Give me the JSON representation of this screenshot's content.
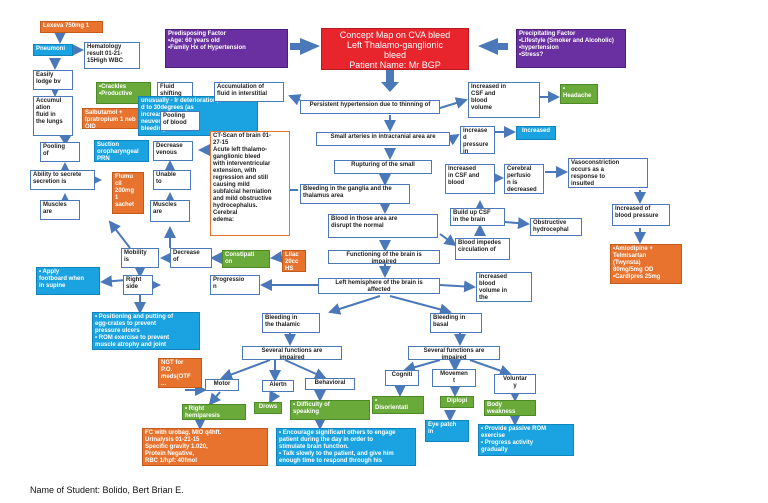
{
  "title": "Concept Map on CVA bleed\nLeft Thalamo-ganglionic\nbleed\nPatient Name: Mr BGP",
  "predisposing": "Predisposing Factor\n•Age: 60 years old\n•Family Hx of Hypertension",
  "precipitating": "Precipitating Factor\n•Lifestyle (Smoker and Alcoholic)\n•hypertension\n•Stress?",
  "nodes": {
    "lexeva": "Lexeva 750mg 1",
    "pneumonia": "Pneumoni",
    "hematology": "Hematology\nresult 01-21-\n15High WBC",
    "easily": "Easily\nlodge bv",
    "accum_lungs": "Accumul\nation\nfluid in\nthe lungs",
    "crackles": "•Crackles\n•Productive",
    "salbutamol": "Salbutamol +\nIpratropium 1 neb\nQID",
    "fluid_shifting": "Fluid\nshifting",
    "pooling_blood": "Pooling\nof blood",
    "accum_interstitial": "Accumulation of\nfluid in interstitial",
    "deterioration": "unusually - Ir deterioration,\nd to 30degrees (as\nincreased of ICP\nneuver, forceful\nbleeding, acute hea",
    "pooling": "Pooling\nof",
    "suction": "Suction\noropharyngeal\nPRN",
    "decrease_venous": "Decrease\nvenous",
    "ct_scan": "CT-Scan of brain 01-\n27-15\nAcute left thalamo-\nganglionic bleed\nwith interventricular\nextension, with\nregression and still\ncausing mild\nsubfalcial herniation\nand mild obstructive\nhydrocephalus.\n          Cerebral\nedema:",
    "ability": "Ability to secrete\nsecretion is",
    "flumucil": "Flumu\ncil\n200mg\n1\nsachet",
    "unable": "Unable\nto",
    "muscles1": "Muscles\nare",
    "muscles2": "Muscles\nare",
    "mobility": "Mobility\nis",
    "decrease_of": "Decrease\nof",
    "constipation": "Constipati\non",
    "lilac": "Lilac\n20cc\nHS",
    "right_side": "Right\nside",
    "progression": "Progressio\nn",
    "apply_footboard": "• Apply\nfootboard when\nin supine",
    "positioning": "• Positioning and putting of\negg-crates to prevent\npressure ulcers\n• ROM exercise to prevent\nmuscle atrophy and joint",
    "persistent": "Persistent hypertension due to thinning of",
    "small_arteries": "Small arteries in intracranial area are",
    "rupturing": "Rupturing of the small",
    "bleeding_ganglia": "Bleeding in the ganglia and the\nthalamus area",
    "blood_disrupt": "Blood in those area are\ndisrupt the normal",
    "functioning": "Functioning of the brain is\nimpaired",
    "left_hemisphere": "Left hemisphere of the brain is\naffected",
    "increased_csf_top": "Increased in\nCSF and\nblood\nvolume",
    "headache": "•\nHeadache",
    "increased_pressure": "Increase\nd\npressure\nin",
    "increased_btn": "Increased",
    "increased_csf_mid": "Increased\nin CSF and\nblood",
    "cerebral_perfusion": "Cerebral\nperfusio\nn is\ndecreased",
    "vasoconstriction": "Vasoconstriction\noccurs as a\nresponse to\ninsulted",
    "buildup_csf": "Build up CSF\nin the brain",
    "obstructive": "Obstructive\nhydrocephal",
    "increased_bp": "Increased of\nblood pressure",
    "blood_impedes": "Blood impedes\ncirculation of",
    "amlodipine": "•Amlodipine +\nTelmisartan\n(Twynsta)\n80mg/5mg OD\n•Cardipres 25mg",
    "increased_blood_volume": "Increased\nblood\nvolume in\nthe",
    "bleeding_thalamic": "Bleeding in\nthe thalamic",
    "bleeding_basal": "Bleeding in\nbasal",
    "several_left": "Several functions are\nimpaired",
    "several_right": "Several functions are\nimpaired",
    "ngt": "NGT for\nP.O.\nmeds(OTF\n...",
    "motor": "Motor",
    "alertness": "Alertn",
    "behavioral": "Behavioral",
    "cognition": "Cogniti",
    "movement": "Movemen\nt",
    "voluntary": "Voluntar\ny",
    "right_hemiparesis": "• Right\nhemiparesis",
    "drowsy": "Drows",
    "difficulty": "• Difficulty of\nspeaking",
    "disorientation": "•\nDisorientati",
    "diplopia": "Diplopi",
    "body": "Body\nweakness",
    "fc_urobag": "FC with urobag, MIO q4hft.\nUrinalysis 01-21-15\nSpecific gravity 1.020,\nProtein Negative,\nRBC 1/hpf: 40fmol",
    "encourage": "• Encourage significant others to engage\npatient during the day in order to\nstimulate brain function.\n• Talk slowly to the patient, and give him\nenough time to respond through his",
    "eye_patch": "Eye patch\nin",
    "provide_rom": "• Provide passive ROM\nexercise\n• Progress activity\ngradually"
  },
  "student": "Name of Student: Bolido, Bert Brian E."
}
